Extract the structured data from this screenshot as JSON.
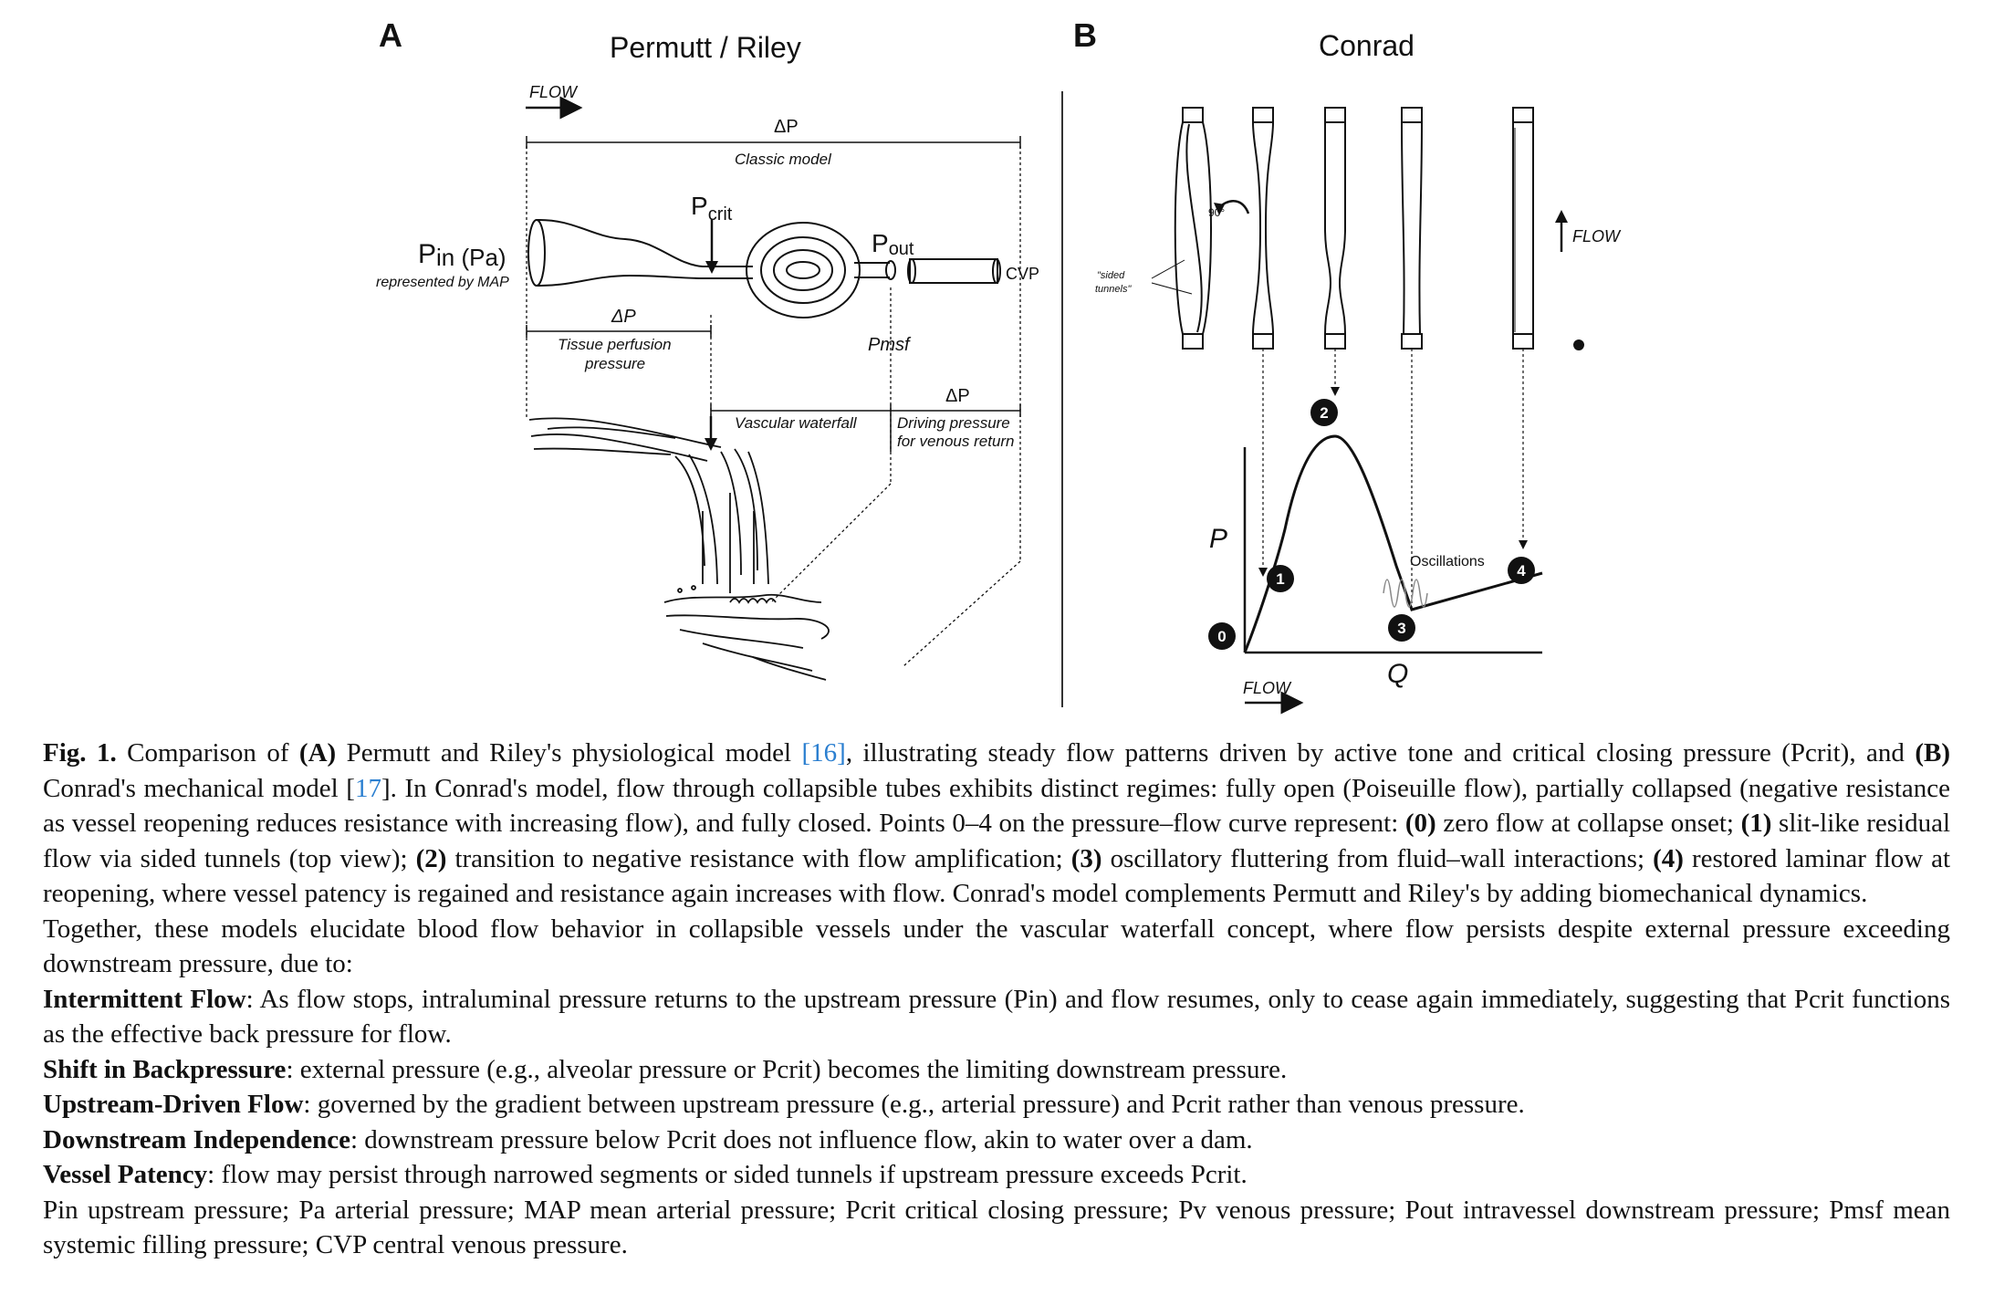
{
  "panel_a": {
    "letter": "A",
    "title": "Permutt / Riley",
    "flow_label": "FLOW",
    "delta_p": "ΔP",
    "classic_model": "Classic model",
    "pcrit_main": "P",
    "pcrit_sub": "crit",
    "pin_main": "P",
    "pin_sub": "in (Pa)",
    "represented_by": "represented by MAP",
    "pout_main": "P",
    "pout_sub": "out",
    "cvp": "CVP",
    "delta_p_tissue": "ΔP",
    "tissue_line1": "Tissue perfusion",
    "tissue_line2": "pressure",
    "pmsf": "Pmsf",
    "delta_p_driving": "ΔP",
    "vascular_waterfall": "Vascular waterfall",
    "driving_line1": "Driving pressure",
    "driving_line2": "for venous return"
  },
  "panel_b": {
    "letter": "B",
    "title": "Conrad",
    "rotation": "90°",
    "sided_line1": "\"sided",
    "sided_line2": "tunnels\"",
    "flow_up": "FLOW",
    "p_axis": "P",
    "q_axis": "Q",
    "flow_bottom": "FLOW",
    "oscillations": "Oscillations",
    "points": [
      "0",
      "1",
      "2",
      "3",
      "4"
    ]
  },
  "caption": {
    "fig_label": "Fig. 1.",
    "p1_a": "Comparison of",
    "p1_A": "(A)",
    "p1_b": "Permutt and Riley's physiological model",
    "ref16": "[16]",
    "p1_c": ", illustrating steady flow patterns driven by active tone and critical closing pressure (Pcrit), and",
    "p1_B": "(B)",
    "p1_d": "Conrad's mechanical model [",
    "ref17": "17",
    "p1_e": "]. In Conrad's model, flow through collapsible tubes exhibits distinct regimes: fully open (Poiseuille flow), partially collapsed (negative resistance as vessel reopening reduces resistance with increasing flow), and fully closed. Points 0–4 on the pressure–flow curve represent:",
    "pt0": "(0)",
    "pt0_text": "zero flow at collapse onset;",
    "pt1": "(1)",
    "pt1_text": "slit-like residual flow via sided tunnels (top view);",
    "pt2": "(2)",
    "pt2_text": "transition to negative resistance with flow amplification;",
    "pt3": "(3)",
    "pt3_text": "oscillatory fluttering from fluid–wall interactions;",
    "pt4": "(4)",
    "pt4_text": "restored laminar flow at reopening, where vessel patency is regained and resistance again increases with flow. Conrad's model complements Permutt and Riley's by adding biomechanical dynamics.",
    "p2": "Together, these models elucidate blood flow behavior in collapsible vessels under the vascular waterfall concept, where flow persists despite external pressure exceeding downstream pressure, due to:",
    "h_intermittent": "Intermittent Flow",
    "t_intermittent": ": As flow stops, intraluminal pressure returns to the upstream pressure (Pin) and flow resumes, only to cease again immediately, suggesting that Pcrit functions as the effective back pressure for flow.",
    "h_shift": "Shift in Backpressure",
    "t_shift": ": external pressure (e.g., alveolar pressure or Pcrit) becomes the limiting downstream pressure.",
    "h_upstream": "Upstream-Driven Flow",
    "t_upstream": ": governed by the gradient between upstream pressure (e.g., arterial pressure) and Pcrit rather than venous pressure.",
    "h_downstream": "Downstream Independence",
    "t_downstream": ": downstream pressure below Pcrit does not influence flow, akin to water over a dam.",
    "h_patency": "Vessel Patency",
    "t_patency": ": flow may persist through narrowed segments or sided tunnels if upstream pressure exceeds Pcrit.",
    "abbrev": "Pin upstream pressure; Pa arterial pressure; MAP mean arterial pressure; Pcrit critical closing pressure; Pv venous pressure; Pout intravessel downstream pressure; Pmsf mean systemic filling pressure; CVP central venous pressure."
  }
}
